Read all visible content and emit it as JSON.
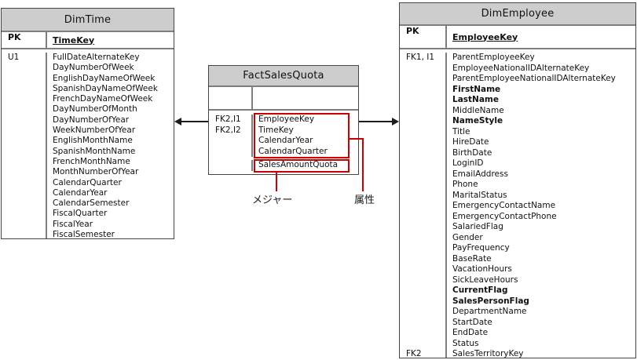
{
  "colors": {
    "header_fill": "#cdcdcd",
    "table_border": "#454545",
    "inner_line": "#7e7e7e",
    "callout_red": "#cc0000",
    "arrow": "#1c1c1c"
  },
  "tables": {
    "dimtime": {
      "title": "DimTime",
      "pk_label": "PK",
      "pk_column": "TimeKey",
      "rows": [
        {
          "key": "U1",
          "name": "FullDateAlternateKey"
        },
        {
          "name": "DayNumberOfWeek"
        },
        {
          "name": "EnglishDayNameOfWeek"
        },
        {
          "name": "SpanishDayNameOfWeek"
        },
        {
          "name": "FrenchDayNameOfWeek"
        },
        {
          "name": "DayNumberOfMonth"
        },
        {
          "name": "DayNumberOfYear"
        },
        {
          "name": "WeekNumberOfYear"
        },
        {
          "name": "EnglishMonthName"
        },
        {
          "name": "SpanishMonthName"
        },
        {
          "name": "FrenchMonthName"
        },
        {
          "name": "MonthNumberOfYear"
        },
        {
          "name": "CalendarQuarter"
        },
        {
          "name": "CalendarYear"
        },
        {
          "name": "CalendarSemester"
        },
        {
          "name": "FiscalQuarter"
        },
        {
          "name": "FiscalYear"
        },
        {
          "name": "FiscalSemester"
        }
      ]
    },
    "factsalesquota": {
      "title": "FactSalesQuota",
      "rows": [
        {
          "key": "FK2,I1",
          "name": "EmployeeKey"
        },
        {
          "key": "FK2,I2",
          "name": "TimeKey"
        },
        {
          "name": "CalendarYear"
        },
        {
          "name": "CalendarQuarter"
        },
        {
          "name": "SalesAmountQuota"
        }
      ]
    },
    "dimemployee": {
      "title": "DimEmployee",
      "pk_label": "PK",
      "pk_column": "EmployeeKey",
      "rows": [
        {
          "key": "FK1, I1",
          "name": "ParentEmployeeKey"
        },
        {
          "name": "EmployeeNationalIDAlternateKey"
        },
        {
          "name": "ParentEmployeeNationalIDAlternateKey"
        },
        {
          "name": "FirstName",
          "bold": true
        },
        {
          "name": "LastName",
          "bold": true
        },
        {
          "name": "MiddleName"
        },
        {
          "name": "NameStyle",
          "bold": true
        },
        {
          "name": "Title"
        },
        {
          "name": "HireDate"
        },
        {
          "name": "BirthDate"
        },
        {
          "name": "LoginID"
        },
        {
          "name": "EmailAddress"
        },
        {
          "name": "Phone"
        },
        {
          "name": "MaritalStatus"
        },
        {
          "name": "EmergencyContactName"
        },
        {
          "name": "EmergencyContactPhone"
        },
        {
          "name": "SalariedFlag"
        },
        {
          "name": "Gender"
        },
        {
          "name": "PayFrequency"
        },
        {
          "name": "BaseRate"
        },
        {
          "name": "VacationHours"
        },
        {
          "name": "SickLeaveHours"
        },
        {
          "name": "CurrentFlag",
          "bold": true
        },
        {
          "name": "SalesPersonFlag",
          "bold": true
        },
        {
          "name": "DepartmentName"
        },
        {
          "name": "StartDate"
        },
        {
          "name": "EndDate"
        },
        {
          "name": "Status"
        },
        {
          "key": "FK2",
          "name": "SalesTerritoryKey"
        }
      ]
    }
  },
  "annotations": {
    "measure_label": "メジャー",
    "attribute_label": "属性"
  }
}
